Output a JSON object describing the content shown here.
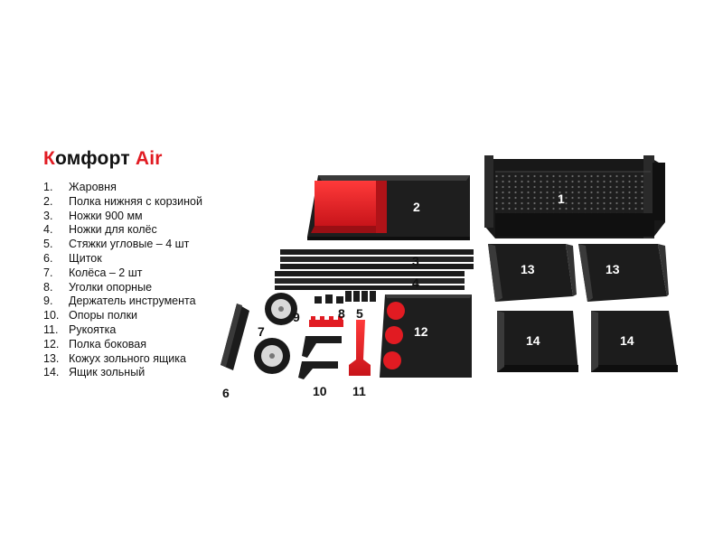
{
  "title": {
    "first_letter": "К",
    "middle": "омфорт ",
    "last_part": "Air",
    "accent_color": "#e11b22"
  },
  "parts": [
    {
      "num": "1.",
      "name": "Жаровня"
    },
    {
      "num": "2.",
      "name": "Полка нижняя с корзиной"
    },
    {
      "num": "3.",
      "name": "Ножки 900 мм"
    },
    {
      "num": "4.",
      "name": "Ножки для колёс"
    },
    {
      "num": "5.",
      "name": "Стяжки угловые – 4 шт"
    },
    {
      "num": "6.",
      "name": "Щиток"
    },
    {
      "num": "7.",
      "name": "Колёса – 2 шт"
    },
    {
      "num": "8.",
      "name": "Уголки опорные"
    },
    {
      "num": "9.",
      "name": "Держатель инструмента"
    },
    {
      "num": "10.",
      "name": "Опоры полки"
    },
    {
      "num": "11.",
      "name": "Рукоятка"
    },
    {
      "num": "12.",
      "name": "Полка боковая"
    },
    {
      "num": "13.",
      "name": "Кожух зольного ящика"
    },
    {
      "num": "14.",
      "name": "Ящик зольный"
    }
  ],
  "callouts": {
    "c1": "1",
    "c2": "2",
    "c3": "3",
    "c4": "4",
    "c5": "5",
    "c6": "6",
    "c7": "7",
    "c8": "8",
    "c9": "9",
    "c10": "10",
    "c11": "11",
    "c12": "12",
    "c13a": "13",
    "c13b": "13",
    "c14a": "14",
    "c14b": "14"
  },
  "colors": {
    "part_dark": "#1c1c1c",
    "part_red": "#e11b22"
  }
}
